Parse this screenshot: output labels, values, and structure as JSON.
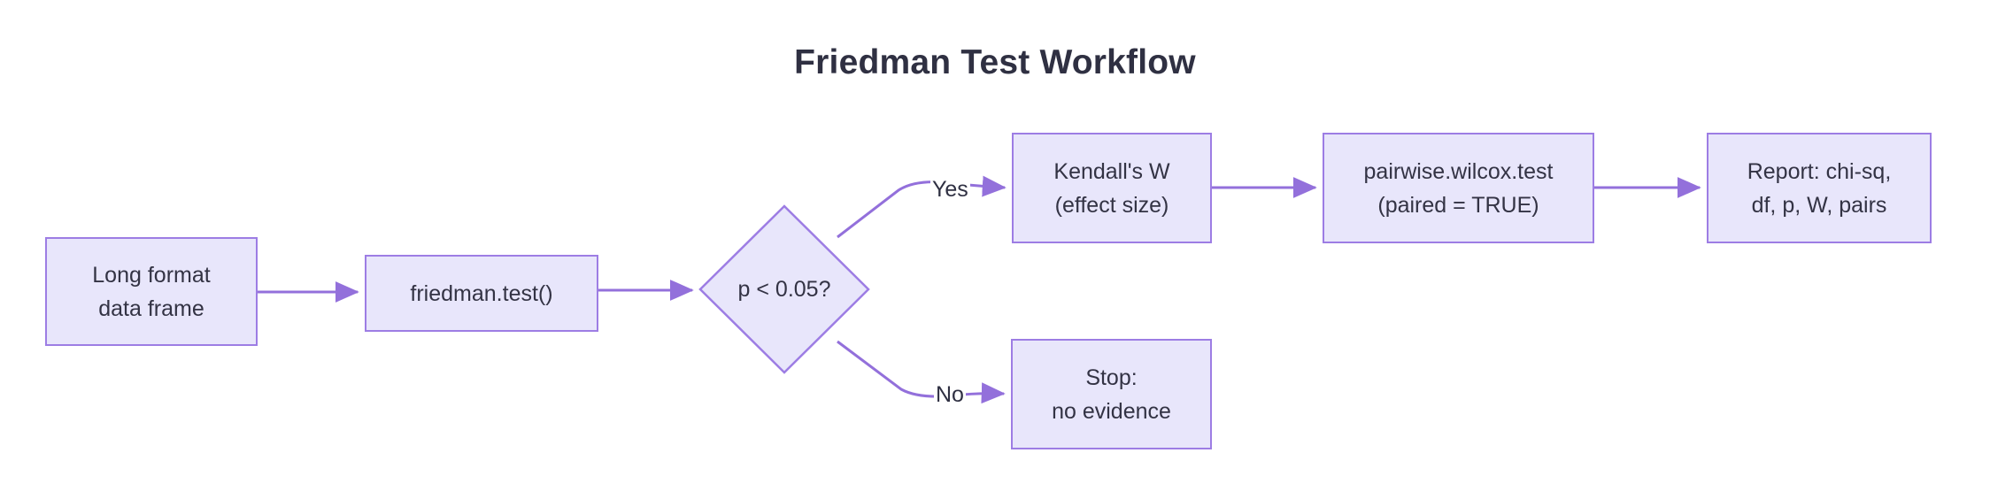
{
  "title": "Friedman Test Workflow",
  "colors": {
    "node_fill": "#e8e6fb",
    "node_border": "#9d7de4",
    "edge_stroke": "#9370db",
    "text": "#333344",
    "title_text": "#2f3042",
    "background": "#ffffff"
  },
  "nodes": {
    "input": {
      "line1": "Long format",
      "line2": "data frame"
    },
    "test": {
      "line1": "friedman.test()"
    },
    "decision": {
      "label": "p < 0.05?"
    },
    "effect_size": {
      "line1": "Kendall's W",
      "line2": "(effect size)"
    },
    "posthoc": {
      "line1": "pairwise.wilcox.test",
      "line2": "(paired = TRUE)"
    },
    "report": {
      "line1": "Report: chi-sq,",
      "line2": "df, p, W, pairs"
    },
    "stop": {
      "line1": "Stop:",
      "line2": "no evidence"
    }
  },
  "edge_labels": {
    "yes": "Yes",
    "no": "No"
  },
  "chart_data": {
    "type": "table",
    "title": "Friedman Test Workflow",
    "flow": [
      {
        "from": "Long format data frame",
        "to": "friedman.test()",
        "label": ""
      },
      {
        "from": "friedman.test()",
        "to": "p < 0.05?",
        "label": ""
      },
      {
        "from": "p < 0.05?",
        "to": "Kendall's W (effect size)",
        "label": "Yes"
      },
      {
        "from": "p < 0.05?",
        "to": "Stop: no evidence",
        "label": "No"
      },
      {
        "from": "Kendall's W (effect size)",
        "to": "pairwise.wilcox.test (paired = TRUE)",
        "label": ""
      },
      {
        "from": "pairwise.wilcox.test (paired = TRUE)",
        "to": "Report: chi-sq, df, p, W, pairs",
        "label": ""
      }
    ]
  }
}
